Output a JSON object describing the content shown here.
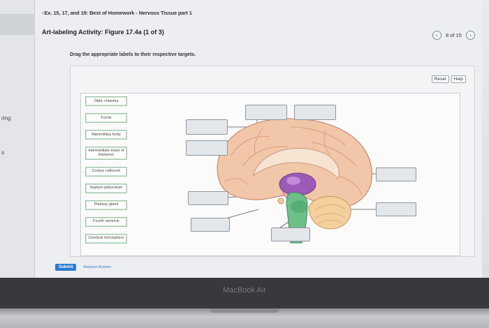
{
  "sidebar": {
    "text1": "ring",
    "text2": "s"
  },
  "breadcrumb": "Ex. 15, 17, and 19: Best of Homework - Nervous Tissue part 1",
  "activity_title": "Art-labeling Activity: Figure 17.4a (1 of 3)",
  "pager": {
    "text": "8 of 15"
  },
  "instruction": "Drag the appropriate labels to their respective targets.",
  "buttons": {
    "reset": "Reset",
    "help": "Help",
    "submit": "Submit",
    "request_answer": "Request Answer"
  },
  "labels": [
    "Optic chiasma",
    "Fornix",
    "Mammillary body",
    "Intermediate mass of thalamus",
    "Corpus callosum",
    "Septum pellucidum",
    "Pituitary gland",
    "Fourth ventricle",
    "Cerebral hemisphere"
  ],
  "brand": "MacBook Air"
}
